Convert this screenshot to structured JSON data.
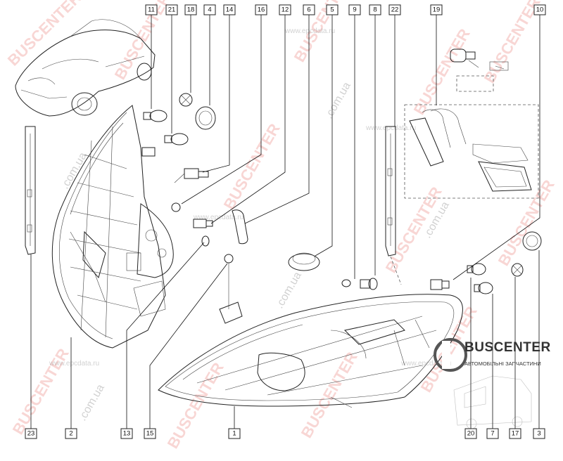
{
  "diagram": {
    "callouts_top": [
      "11",
      "21",
      "18",
      "4",
      "14",
      "16",
      "12",
      "6",
      "5",
      "9",
      "8",
      "22",
      "19",
      "10"
    ],
    "callouts_bottom": [
      "23",
      "2",
      "13",
      "15",
      "1",
      "20",
      "7",
      "17",
      "3"
    ]
  },
  "watermarks": {
    "brand": "BUSCENTER",
    "domain_ua": ".com.ua",
    "source": "www.epcdata.ru"
  },
  "logo": {
    "title": "BUSCENTER",
    "subtitle": "АВТОМОБІЛЬНІ ЗАПЧАСТИНИ"
  },
  "colors": {
    "line": "#222222",
    "watermark_red": "#e24a42",
    "watermark_gray": "#9a9a9a",
    "logo_text": "#333333"
  }
}
